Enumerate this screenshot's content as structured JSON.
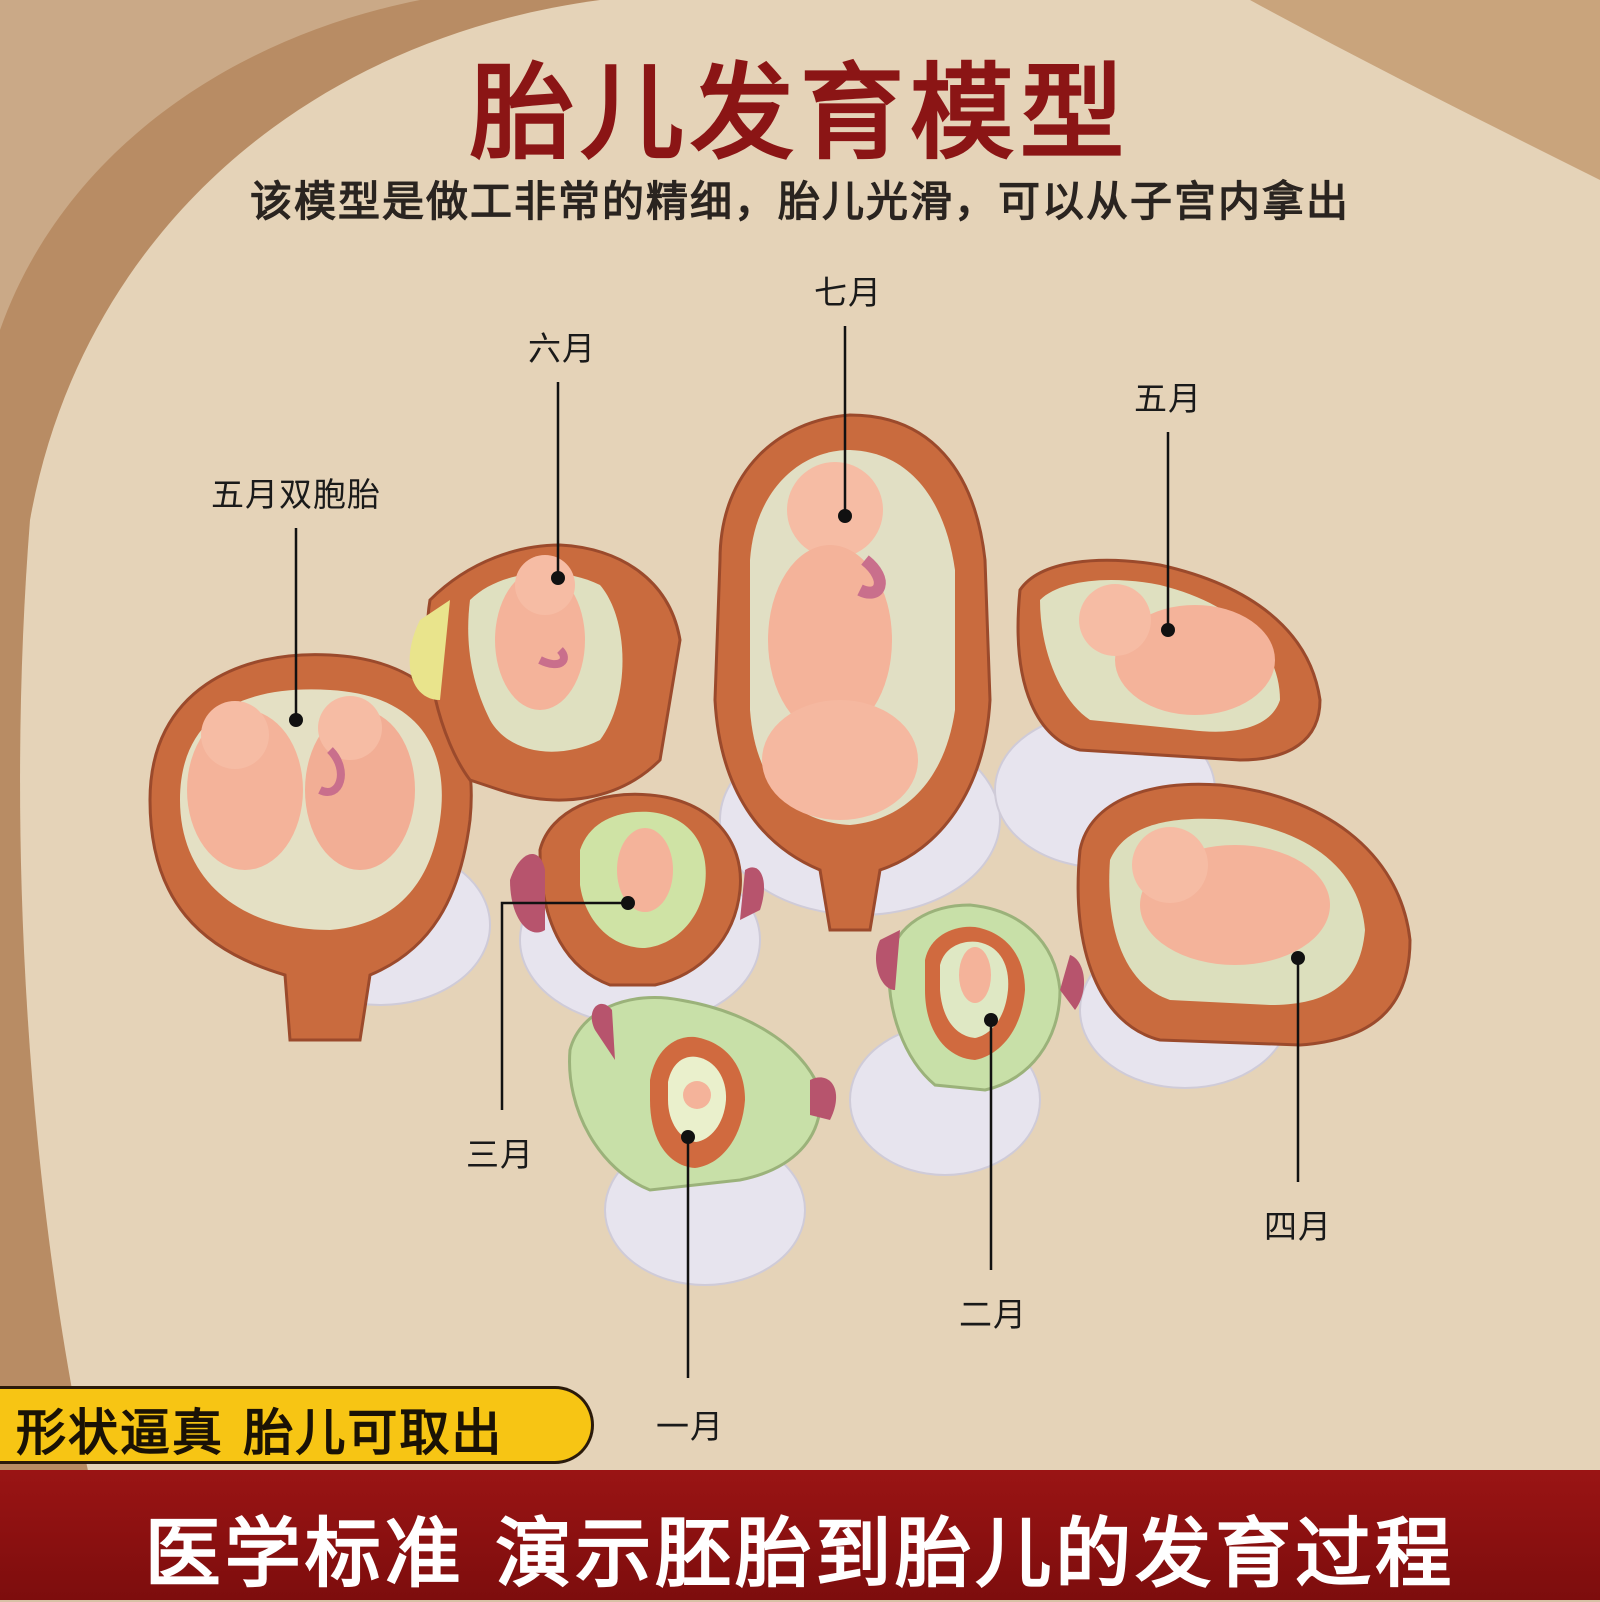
{
  "header": {
    "title": "胎儿发育模型",
    "subtitle": "该模型是做工非常的精细，胎儿光滑，可以从子宫内拿出"
  },
  "labels": {
    "twins_5": "五月双胞胎",
    "month_6": "六月",
    "month_7": "七月",
    "month_5": "五月",
    "month_3": "三月",
    "month_4": "四月",
    "month_2": "二月",
    "month_1": "一月"
  },
  "badge": {
    "text": "形状逼真 胎儿可取出"
  },
  "banner": {
    "text": "医学标准 演示胚胎到胎儿的发育过程"
  },
  "colors": {
    "title_red": "#8b1515",
    "badge_yellow": "#f7c514",
    "banner_red": "#8d1111",
    "uterus_wall": "#c9663a",
    "fetus_skin": "#f4b39a",
    "sac_green": "#cfe3a5",
    "stand": "#e6e3ee"
  }
}
